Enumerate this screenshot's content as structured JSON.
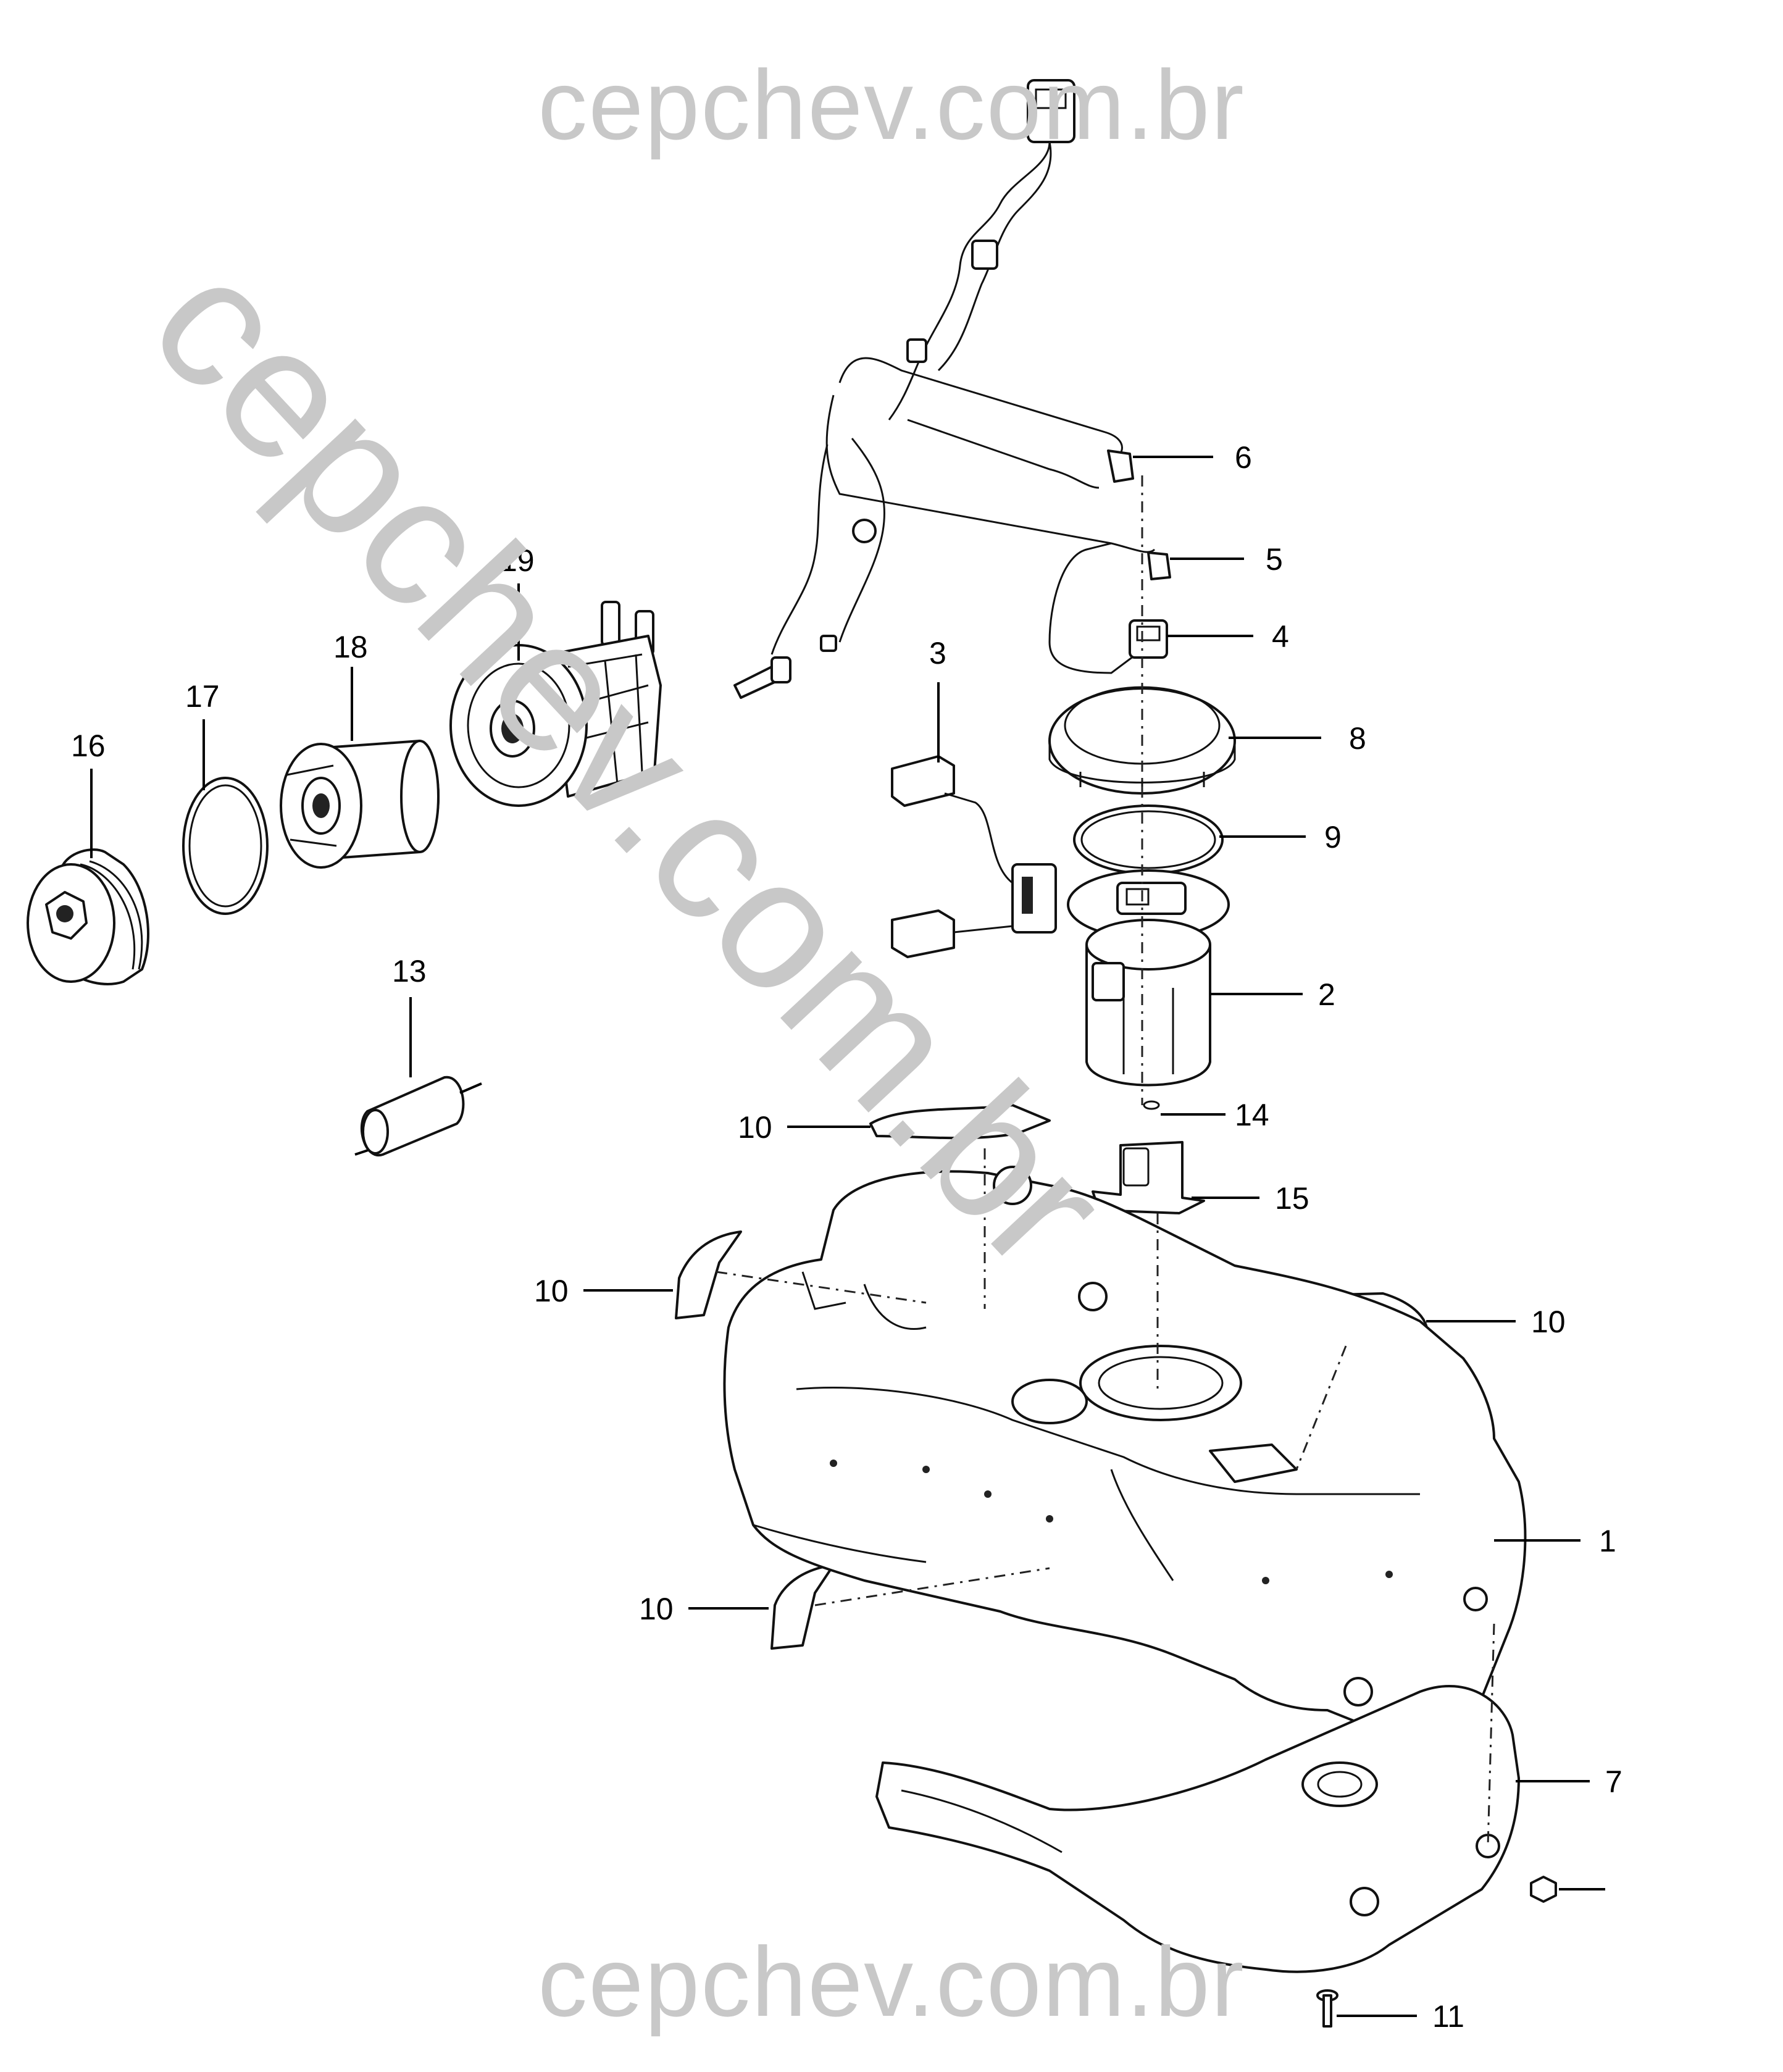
{
  "watermarks": {
    "top": "cepchev.com.br",
    "bottom": "cepchev.com.br",
    "diagonal": "cepchev.com.br"
  },
  "callouts": [
    {
      "id": "6",
      "label": "6"
    },
    {
      "id": "5",
      "label": "5"
    },
    {
      "id": "4",
      "label": "4"
    },
    {
      "id": "3",
      "label": "3"
    },
    {
      "id": "8",
      "label": "8"
    },
    {
      "id": "9",
      "label": "9"
    },
    {
      "id": "2",
      "label": "2"
    },
    {
      "id": "14",
      "label": "14"
    },
    {
      "id": "15",
      "label": "15"
    },
    {
      "id": "19",
      "label": "19"
    },
    {
      "id": "18",
      "label": "18"
    },
    {
      "id": "17",
      "label": "17"
    },
    {
      "id": "16",
      "label": "16"
    },
    {
      "id": "13",
      "label": "13"
    },
    {
      "id": "10a",
      "label": "10"
    },
    {
      "id": "10b",
      "label": "10"
    },
    {
      "id": "10c",
      "label": "10"
    },
    {
      "id": "10d",
      "label": "10"
    },
    {
      "id": "1",
      "label": "1"
    },
    {
      "id": "7",
      "label": "7"
    },
    {
      "id": "11",
      "label": "11"
    }
  ]
}
